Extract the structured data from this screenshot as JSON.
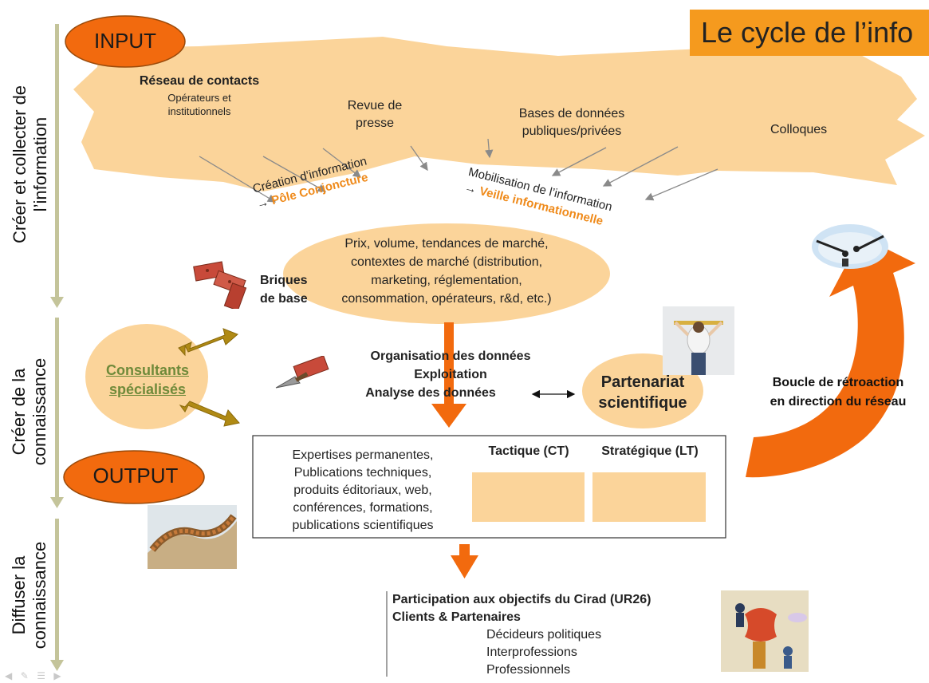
{
  "title": "Le cycle de l’info",
  "side_labels": {
    "create_collect": [
      "Créer et collecter de",
      "l’information"
    ],
    "create_knowledge": [
      "Créer de la",
      "connaissance"
    ],
    "diffuse_knowledge": [
      "Diffuser la",
      "connaissance"
    ]
  },
  "input_label": "INPUT",
  "output_label": "OUTPUT",
  "sources": {
    "contacts_title": "Réseau de contacts",
    "contacts_sub": [
      "Opérateurs et",
      "institutionnels"
    ],
    "press": [
      "Revue de",
      "presse"
    ],
    "databases": [
      "Bases de données",
      "publiques/privées"
    ],
    "colloques": "Colloques"
  },
  "creation": {
    "line1": "Création d’information",
    "arrow": "→",
    "line2": "Pôle Conjoncture"
  },
  "mobilisation": {
    "line1": "Mobilisation de l’information",
    "arrow": "→",
    "line2": "Veille informationnelle"
  },
  "market_oval": [
    "Prix, volume, tendances de marché,",
    "contextes de marché (distribution,",
    "marketing, réglementation,",
    "consommation, opérateurs, r&d, etc.)"
  ],
  "briques": [
    "Briques",
    "de base"
  ],
  "consultants": [
    "Consultants",
    "spécialisés"
  ],
  "processing": [
    "Organisation des données",
    "Exploitation",
    "Analyse des données"
  ],
  "partenariat": [
    "Partenariat",
    "scientifique"
  ],
  "feedback": [
    "Boucle de rétroaction",
    "en direction du réseau"
  ],
  "output_box": {
    "list": [
      "Expertises permanentes,",
      "Publications techniques,",
      "produits éditoriaux, web,",
      "conférences, formations,",
      "publications scientifiques"
    ],
    "tactique": "Tactique (CT)",
    "strategique": "Stratégique (LT)"
  },
  "participation": {
    "line1": "Participation aux objectifs du Cirad (UR26)",
    "line2": "Clients & Partenaires",
    "items": [
      "Décideurs politiques",
      "Interprofessions",
      "Professionnels"
    ]
  },
  "colors": {
    "orange": "#f59a1e",
    "dark_orange": "#f26a0e",
    "pale_orange": "#fbd49a",
    "olive": "#c4c49a",
    "gold_arrow": "#b08a14"
  },
  "icons": [
    "bricks-icon",
    "trowel-icon",
    "worker-icon",
    "great-wall-icon",
    "climbers-icon",
    "puzzle-people-icon",
    "acrobats-icon"
  ]
}
